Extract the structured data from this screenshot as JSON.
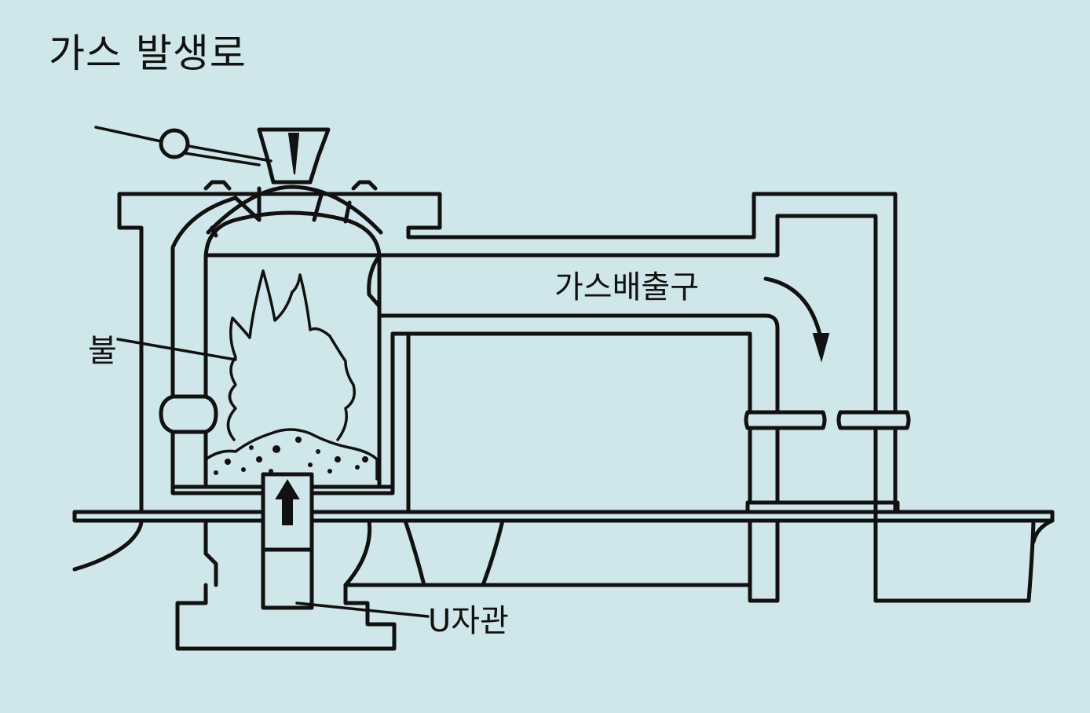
{
  "title": "가스 발생로",
  "labels": {
    "fire": "불",
    "gas_outlet": "가스배출구",
    "u_tube": "U자관"
  },
  "colors": {
    "background": "#cfe6ea",
    "ink": "#111111"
  }
}
